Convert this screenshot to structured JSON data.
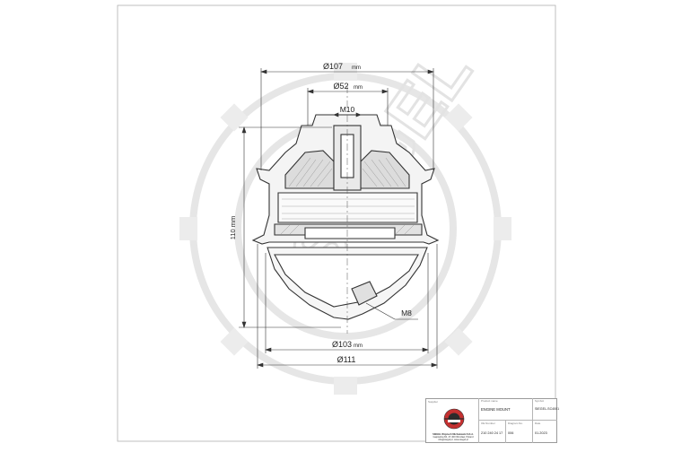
{
  "drawing": {
    "dimensions": {
      "d107": "Ø107",
      "d52": "Ø52",
      "m10": "M10",
      "h110": "110 mm",
      "m8": "M8",
      "d103": "Ø103",
      "d111": "Ø111",
      "unit": "mm"
    }
  },
  "watermark": {
    "text": "SIEGEL"
  },
  "title_block": {
    "supplier_label": "Supplier",
    "company_name": "SIEGEL Wojciech Michalewski S.K.A.",
    "company_address": "Gajowicka 84, 47-400 Wrocław, Poland",
    "company_contact": "info@siegel.pl, www.siegel.pl",
    "product_name_label": "Product name",
    "product_name": "ENGINE MOUNT",
    "symbol_label": "Symbol",
    "symbol": "SIEGEL-SC4001",
    "oe_number_label": "OE Number",
    "oe_number": "210 240 24 17",
    "diagram_no_label": "Diagram No.",
    "diagram_no": "006",
    "date_label": "Date",
    "date": "01.2023"
  }
}
